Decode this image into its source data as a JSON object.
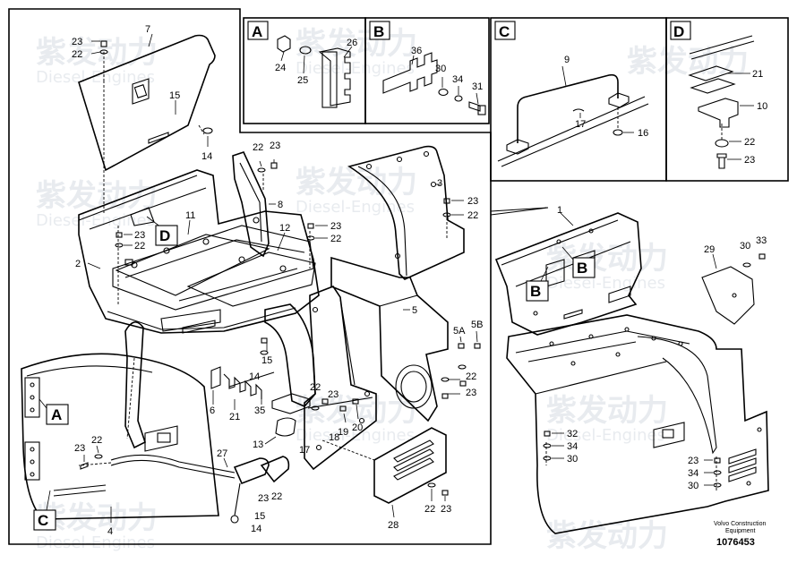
{
  "diagram": {
    "watermark": {
      "cn": "紫发动力",
      "en": "Diesel-Engines"
    },
    "detail_boxes": [
      {
        "id": "A",
        "parts": [
          "24",
          "25",
          "26"
        ]
      },
      {
        "id": "B",
        "parts": [
          "36",
          "30",
          "34",
          "31"
        ]
      },
      {
        "id": "C",
        "parts": [
          "9",
          "17",
          "16"
        ]
      },
      {
        "id": "D",
        "parts": [
          "21",
          "10",
          "22",
          "23"
        ]
      }
    ],
    "callout_boxes": [
      "D",
      "A",
      "C",
      "B",
      "B"
    ],
    "part_labels": {
      "top_hatch": [
        "23",
        "22",
        "7",
        "15",
        "14"
      ],
      "middle": [
        "22",
        "23",
        "8",
        "23",
        "22",
        "23",
        "22",
        "11",
        "12",
        "2",
        "3",
        "23",
        "22",
        "5",
        "5A",
        "5B",
        "23",
        "22"
      ],
      "lower_left": [
        "23",
        "22",
        "27",
        "4",
        "23",
        "22",
        "15",
        "14"
      ],
      "lower_middle": [
        "15",
        "14",
        "6",
        "21",
        "35",
        "13",
        "22",
        "23",
        "19",
        "20",
        "18",
        "17",
        "28",
        "22",
        "23"
      ],
      "right": [
        "1",
        "29",
        "30",
        "33",
        "32",
        "34",
        "30",
        "23",
        "34",
        "30"
      ]
    },
    "brand": {
      "line1": "Volvo Construction",
      "line2": "Equipment"
    },
    "doc_number": "1076453"
  }
}
